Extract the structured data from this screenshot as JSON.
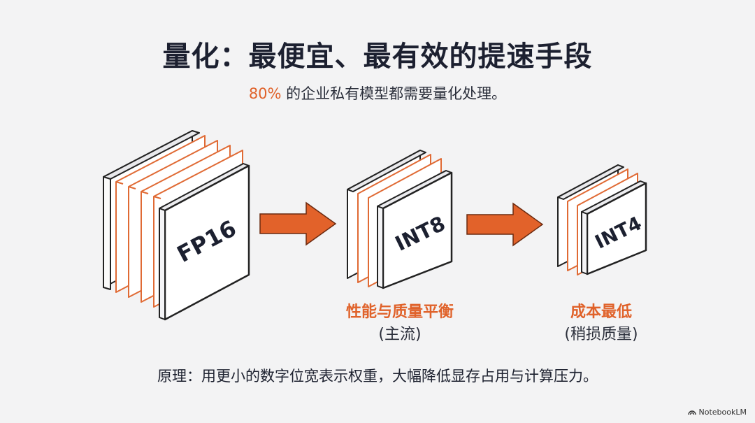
{
  "title": "量化：最便宜、最有效的提速手段",
  "subtitle": {
    "percent": "80%",
    "text": " 的企业私有模型都需要量化处理。"
  },
  "formats": [
    {
      "label": "FP16"
    },
    {
      "label": "INT8",
      "caption": "性能与质量平衡",
      "note": "(主流)"
    },
    {
      "label": "INT4",
      "caption": "成本最低",
      "note": "(稍损质量)"
    }
  ],
  "footer": "原理：用更小的数字位宽表示权重，大幅降低显存占用与计算压力。",
  "brand": {
    "name": "NotebookLM",
    "icon": "notebooklm-logo-icon"
  },
  "colors": {
    "accent": "#e0622a",
    "text": "#1c2030",
    "background": "#f3f3f4"
  }
}
